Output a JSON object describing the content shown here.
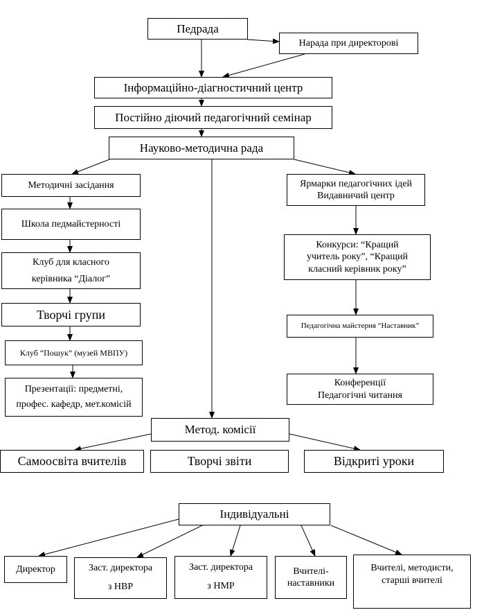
{
  "nodes": {
    "pedrada": "Педрада",
    "narada": "Нарада при директорові",
    "info_center": "Інформаційно-діагностичний центр",
    "seminar": "Постійно діючий педагогічний семінар",
    "nmr": "Науково-методична  рада",
    "metod_zasidannya": "Методичні засідання",
    "shkola": "Школа педмайстерності",
    "klub_dialog": "Клуб для класного\nкерівника “Діалог”",
    "tvorchi_grupy": "Творчі групи",
    "klub_poshuk": "Клуб “Пошук” (музей МВПУ)",
    "prezentatsii": "Презентації: предметні,\nпрофес. кафедр, мет.комісій",
    "yarmarky": "Ярмарки педагогічних ідей\nВидавничий центр",
    "konkursy": "Конкурси: “Кращий\nучитель року”, “Кращий\nкласний керівник року”",
    "maysternya": "Педагогічна майстерня  “Наставник”",
    "konferentsii": "Конференції\nПедагогічні читання",
    "metod_komisii": "Метод. комісії",
    "samoosvita": "Самоосвіта вчителів",
    "tvorchi_zvity": "Творчі звіти",
    "vidkryti_uroky": "Відкриті уроки",
    "indyvidualni": "Індивідуальні",
    "dyrektor": "Директор",
    "zast_nvr": "Заст. директора\nз НВР",
    "zast_nmr": "Заст. директора\nз НМР",
    "vchyteli_nastavnyky": "Вчителі-\nнаставники",
    "vchyteli_metodysty": "Вчителі, методисти,\nстарші вчителі"
  }
}
